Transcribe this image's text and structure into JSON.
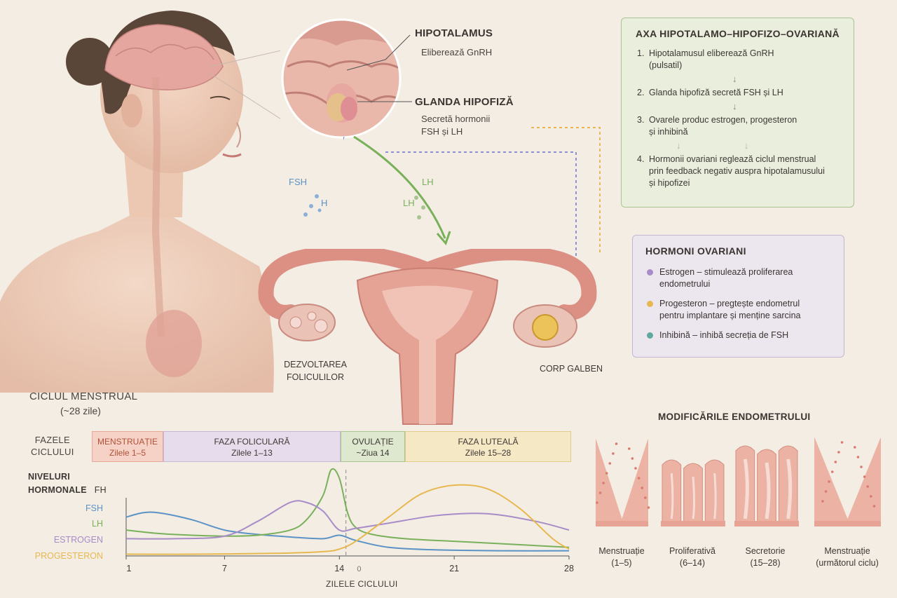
{
  "hypothalamus": {
    "title": "HIPOTALAMUS",
    "desc": "Eliberează GnRH"
  },
  "pituitary": {
    "title": "GLANDA HIPOFIZĂ",
    "desc_line1": "Secretă hormonii",
    "desc_line2": "FSH și LH"
  },
  "arrows": {
    "fsh": "FSH",
    "fsh_dots": "H",
    "lh": "LH",
    "lh_dots": "LH"
  },
  "ovary_labels": {
    "left_line1": "DEZVOLTAREA",
    "left_line2": "FOLICULILOR",
    "right": "CORP GALBEN"
  },
  "axis_panel": {
    "title": "AXA HIPOTALAMO–HIPOFIZO–OVARIANĂ",
    "steps": [
      {
        "num": "1.",
        "line1": "Hipotalamusul eliberează GnRH",
        "line2": "(pulsatil)"
      },
      {
        "num": "2.",
        "line1": "Glanda hipofiză secretă FSH și LH",
        "line2": ""
      },
      {
        "num": "3.",
        "line1": "Ovarele produc estrogen, progesteron",
        "line2": "și inhibină"
      },
      {
        "num": "4.",
        "line1": "Hormonii ovariani reglează ciclul menstrual",
        "line2": "prin feedback negativ auspra hipotalamusului",
        "line3": "și hipofizei"
      }
    ],
    "arrow": "↓"
  },
  "hormone_panel": {
    "title": "HORMONI OVARIANI",
    "items": [
      {
        "text1": "Estrogen – stimulează proliferarea",
        "text2": "endometrului",
        "color": "#a88cc8"
      },
      {
        "text1": "Progesteron – pregtește endometrul",
        "text2": "pentru implantare și menține sarcina",
        "color": "#e8b850"
      },
      {
        "text1": "Inhibină – inhibă secreția de FSH",
        "text2": "",
        "color": "#5fa8a0"
      }
    ]
  },
  "cycle": {
    "title": "CICLUL MENSTRUAL",
    "subtitle": "(~28 zile)"
  },
  "phases": {
    "label_line1": "FAZELE",
    "label_line2": "CICLULUI",
    "items": [
      {
        "name": "MENSTRUAȚIE",
        "days": "Zilele 1–5",
        "color": "#f5d2c5",
        "border": "#e8a898",
        "text": "#b0503a"
      },
      {
        "name": "FAZA FOLICULARĂ",
        "days": "Zilele 1–13",
        "color": "#e6dcec",
        "border": "#c9b7d8",
        "text": "#3e3834"
      },
      {
        "name": "OVULAȚIE",
        "days": "~Ziua 14",
        "color": "#dde8cf",
        "border": "#a8c490",
        "text": "#3e3834"
      },
      {
        "name": "FAZA LUTEALĂ",
        "days": "Zilele 15–28",
        "color": "#f5e8c5",
        "border": "#e2cc8a",
        "text": "#3e3834"
      }
    ]
  },
  "chart_data": {
    "type": "line",
    "title_line1": "NIVELURI",
    "title_line2": "HORMONALE",
    "title_suffix": "FH",
    "xlabel": "ZILELE CICLULUI",
    "x_ticks": [
      "1",
      "7",
      "14",
      "21",
      "28"
    ],
    "ovulation_marker": "0",
    "xlim": [
      1,
      28
    ],
    "series": [
      {
        "name": "FSH",
        "color": "#5b93c6",
        "x": [
          1,
          2,
          3,
          5,
          7,
          9,
          11,
          13,
          14,
          15,
          17,
          20,
          24,
          28
        ],
        "y": [
          0.45,
          0.5,
          0.5,
          0.42,
          0.3,
          0.25,
          0.22,
          0.2,
          0.24,
          0.18,
          0.1,
          0.07,
          0.06,
          0.06
        ]
      },
      {
        "name": "LH",
        "color": "#79b05a",
        "x": [
          1,
          3,
          5,
          7,
          9,
          11,
          12,
          13,
          13.5,
          14,
          14.5,
          15,
          16,
          18,
          21,
          24,
          28
        ],
        "y": [
          0.3,
          0.26,
          0.24,
          0.23,
          0.24,
          0.3,
          0.42,
          0.7,
          1.0,
          0.9,
          0.5,
          0.33,
          0.25,
          0.2,
          0.17,
          0.14,
          0.1
        ]
      },
      {
        "name": "ESTROGEN",
        "color": "#a88cc8",
        "x": [
          1,
          4,
          7,
          9,
          11,
          12,
          13,
          14,
          15,
          17,
          20,
          23,
          26,
          28
        ],
        "y": [
          0.2,
          0.2,
          0.23,
          0.4,
          0.62,
          0.62,
          0.52,
          0.3,
          0.32,
          0.38,
          0.47,
          0.49,
          0.4,
          0.3
        ]
      },
      {
        "name": "PROGESTERON",
        "color": "#e8b850",
        "x": [
          1,
          5,
          10,
          13,
          14,
          15,
          17,
          19,
          21,
          23,
          25,
          27,
          28
        ],
        "y": [
          0.02,
          0.02,
          0.03,
          0.05,
          0.08,
          0.17,
          0.45,
          0.72,
          0.82,
          0.78,
          0.55,
          0.2,
          0.08
        ]
      }
    ]
  },
  "endometrium": {
    "title": "MODIFICĂRILE ENDOMETRULUI",
    "stages": [
      {
        "name": "Menstruație",
        "days": "(1–5)"
      },
      {
        "name": "Proliferativă",
        "days": "(6–14)"
      },
      {
        "name": "Secretorie",
        "days": "(15–28)"
      },
      {
        "name": "Menstruație",
        "days": "(următorul ciclu)"
      }
    ]
  }
}
